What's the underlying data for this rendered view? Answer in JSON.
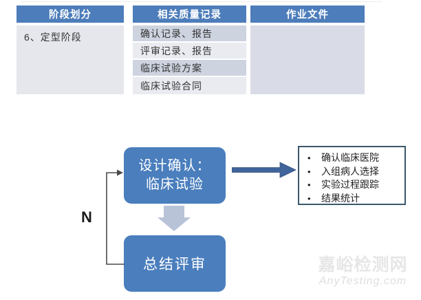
{
  "table": {
    "headers": [
      "阶段划分",
      "相关质量记录",
      "作业文件"
    ],
    "stage": "6、定型阶段",
    "records": [
      "确认记录、报告",
      "评审记录、报告",
      "临床试验方案",
      "临床试验合同"
    ],
    "work_documents": ""
  },
  "flowchart": {
    "confirm_box": {
      "line1": "设计确认：",
      "line2": "临床试验"
    },
    "review_box": "总结评审",
    "loop_label": "N",
    "details": [
      "确认临床医院",
      "入组病人选择",
      "实验过程跟踪",
      "结果统计"
    ]
  },
  "watermark": {
    "site_name": "嘉峪检测网",
    "site_url": "AnyTesting.com"
  },
  "colors": {
    "table_header_blue": "#4d7dba",
    "flow_box_blue": "#4a7ebd",
    "arrow_blue": "#40659b",
    "down_arrow_gray_blue": "#b8c3d8",
    "record_row_dark": "#cdd3df",
    "record_row_light": "#e9ebf1",
    "stage_cell_gray": "#e5e7ec",
    "documents_cell_gray": "#d9dce6",
    "detail_box_border": "#39576a",
    "loop_line": "#4a4a4a"
  }
}
